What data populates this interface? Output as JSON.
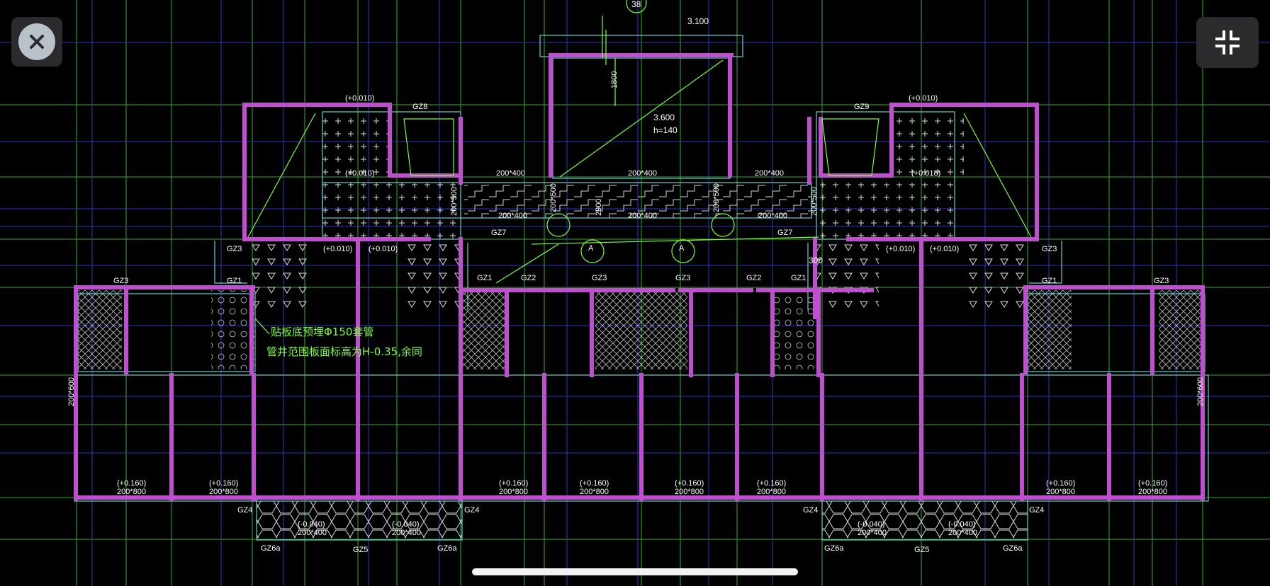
{
  "controls": {
    "close_icon": "close-icon",
    "collapse_icon": "collapse-fullscreen-icon"
  },
  "colors": {
    "background": "#000000",
    "wall": "#c04fd0",
    "gridline_green": "#3bbf2c",
    "gridline_blue": "#2f3fd6",
    "annotation_green": "#7dff3a",
    "outline_cyan": "#63d3d3"
  },
  "drawing": {
    "top": {
      "axis_label": "38",
      "elevation_top": "3.100",
      "dim_1800": "1800",
      "elevation_mid": "3.600",
      "thickness": "h=140",
      "dim_2900": "2900"
    },
    "column_labels": {
      "gz1": "GZ1",
      "gz2": "GZ2",
      "gz3": "GZ3",
      "gz4": "GZ4",
      "gz5": "GZ5",
      "gz6": "GZ6a",
      "gz7": "GZ7",
      "gz8": "GZ8",
      "gz9": "GZ9"
    },
    "elevations": {
      "e010": "(+0.010)",
      "e018": "(+0.018)",
      "e160": "(+0.160)",
      "e040": "(-0.040)"
    },
    "sizes": {
      "s200x400": "200*400",
      "s200x500": "200*500",
      "s200x600": "200*600",
      "s200x800": "200*800"
    },
    "notes": {
      "line1": "贴板底预埋Φ150套管",
      "line2": "管井范围板面标高为H-0.35,余同",
      "dim_300": "300"
    },
    "section_mark": "A"
  }
}
